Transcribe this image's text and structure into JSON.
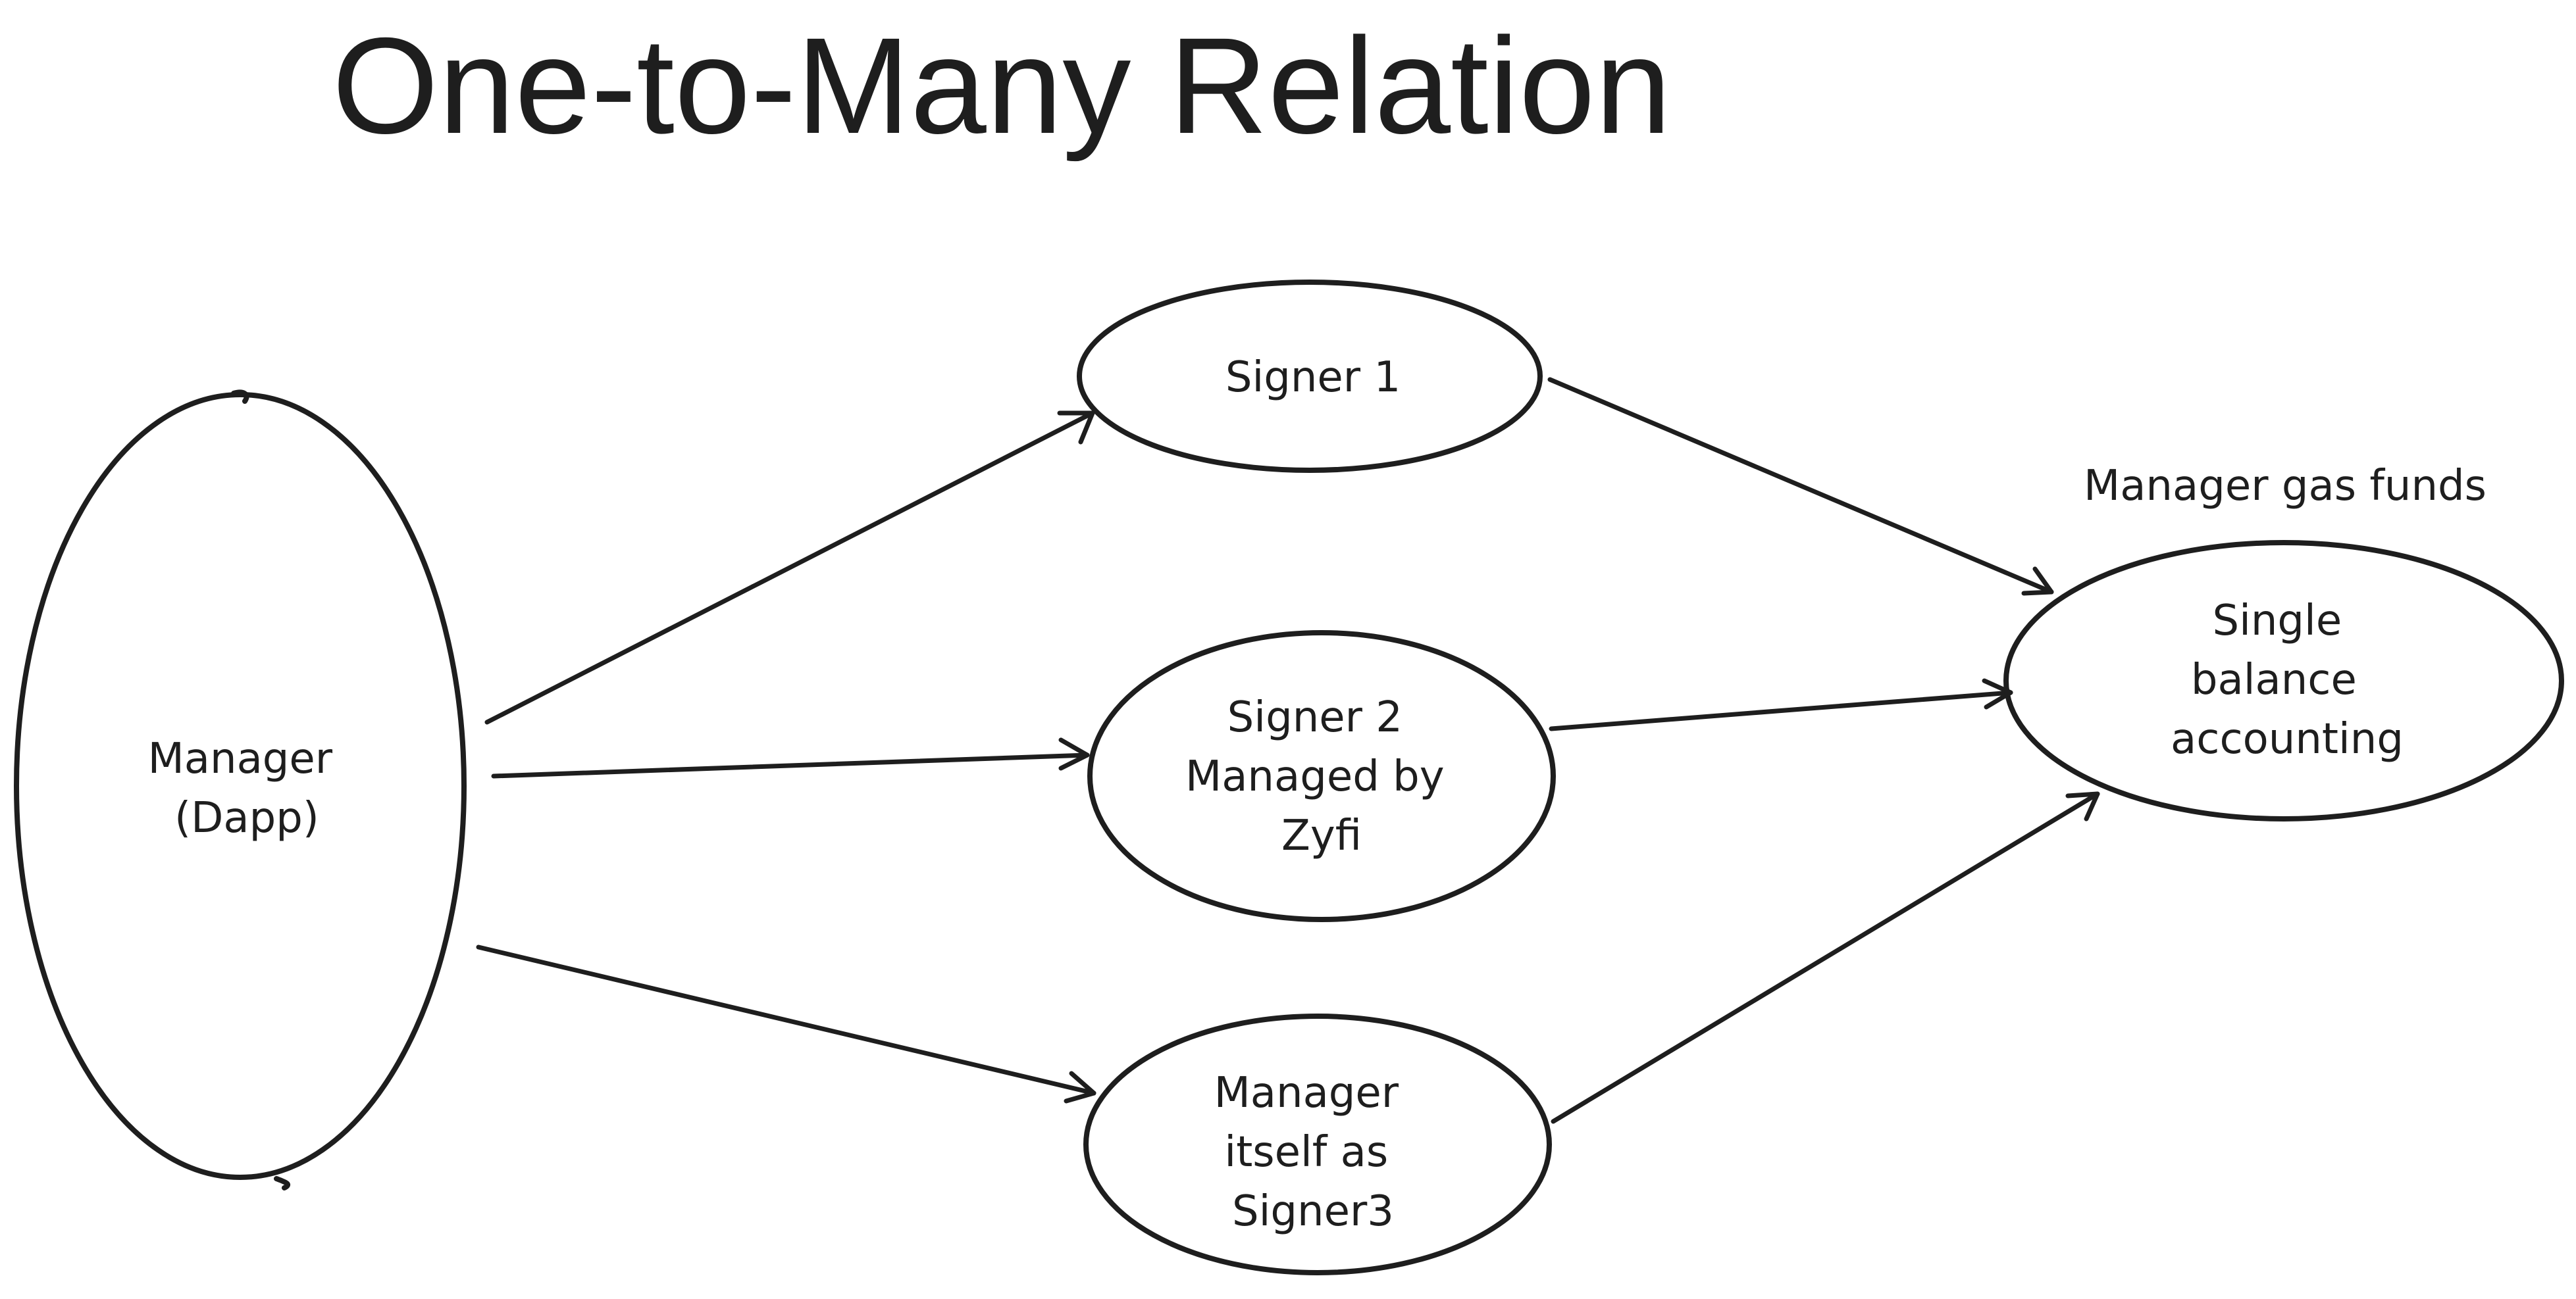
{
  "title": "One-to-Many Relation",
  "nodes": {
    "manager": {
      "lines": [
        "Manager",
        "(Dapp)"
      ]
    },
    "signer1": {
      "lines": [
        "Signer 1"
      ]
    },
    "signer2": {
      "lines": [
        "Signer 2",
        "Managed by",
        "Zyfi"
      ]
    },
    "signer3": {
      "lines": [
        "Manager",
        "itself as",
        "Signer3"
      ]
    },
    "balance": {
      "lines": [
        "Single",
        "balance",
        "accounting"
      ]
    }
  },
  "annotations": {
    "balance_label": "Manager gas funds"
  },
  "edges": [
    {
      "from": "manager",
      "to": "signer1"
    },
    {
      "from": "manager",
      "to": "signer2"
    },
    {
      "from": "manager",
      "to": "signer3"
    },
    {
      "from": "signer1",
      "to": "balance"
    },
    {
      "from": "signer2",
      "to": "balance"
    },
    {
      "from": "signer3",
      "to": "balance"
    }
  ]
}
